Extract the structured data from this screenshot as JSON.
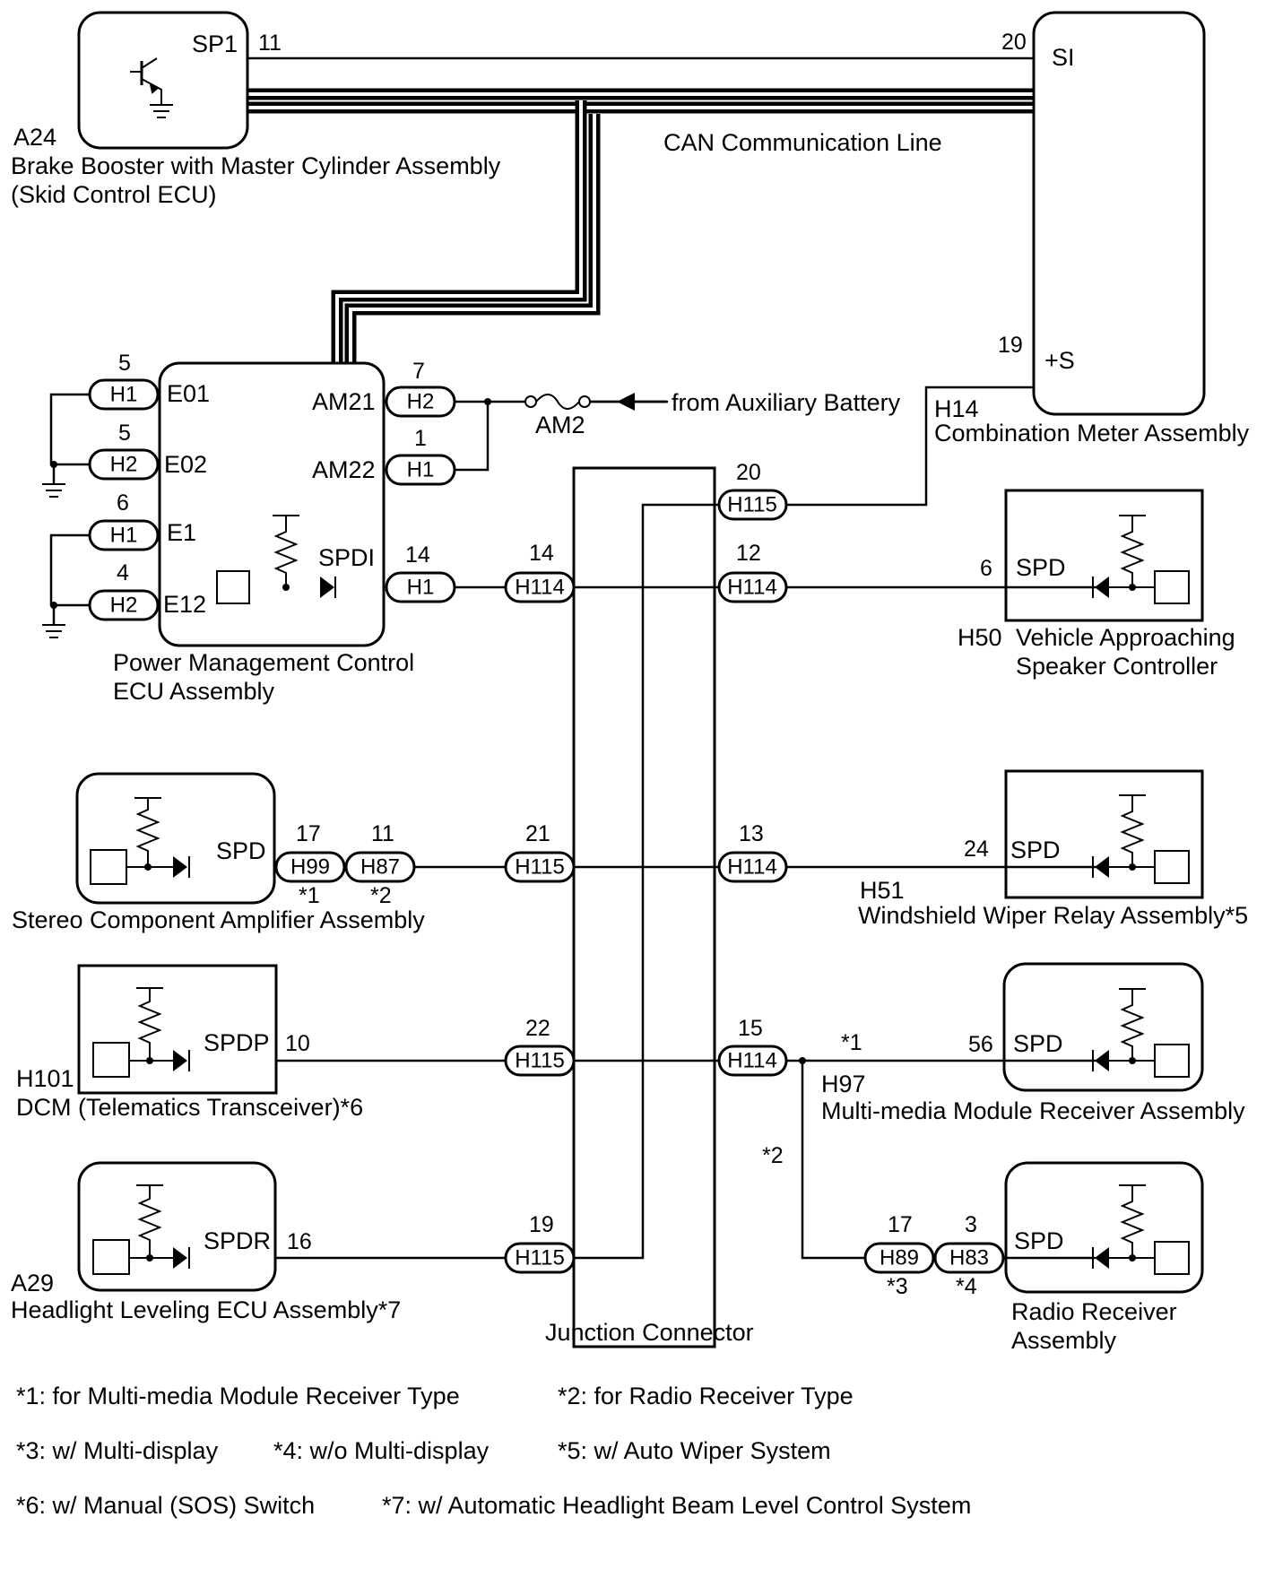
{
  "components": {
    "brake_booster": {
      "ref": "A24",
      "line1": "Brake Booster with Master Cylinder Assembly",
      "line2": "(Skid Control ECU)",
      "terminal": "SP1",
      "pin": "11"
    },
    "combination_meter": {
      "ref": "H14",
      "name": "Combination Meter Assembly",
      "terminal_si": "SI",
      "pin_si": "20",
      "terminal_s": "+S",
      "pin_s": "19"
    },
    "can_line": {
      "label": "CAN Communication Line"
    },
    "power_mgmt": {
      "line1": "Power Management Control",
      "line2": "ECU Assembly",
      "t_e01": "E01",
      "t_e02": "E02",
      "t_e1": "E1",
      "t_e12": "E12",
      "t_am21": "AM21",
      "t_am22": "AM22",
      "t_spdi": "SPDI",
      "p_e01": "5",
      "c_e01": "H1",
      "p_e02": "5",
      "c_e02": "H2",
      "p_e1": "6",
      "c_e1": "H1",
      "p_e12": "4",
      "c_e12": "H2",
      "p_am21": "7",
      "c_am21": "H2",
      "p_am22": "1",
      "c_am22": "H1",
      "p_spdi": "14",
      "c_spdi": "H1"
    },
    "fuse": {
      "name": "AM2",
      "source": "from Auxiliary Battery"
    },
    "junction": {
      "name": "Junction Connector",
      "p_r20": "20",
      "c_r20": "H115",
      "p_l14": "14",
      "c_l14": "H114",
      "p_r12": "12",
      "c_r12": "H114",
      "p_l21": "21",
      "c_l21": "H115",
      "p_r13": "13",
      "c_r13": "H114",
      "p_l22": "22",
      "c_l22": "H115",
      "p_r15": "15",
      "c_r15": "H114",
      "p_l19": "19",
      "c_l19": "H115"
    },
    "vehicle_speaker": {
      "ref": "H50",
      "line1": "Vehicle Approaching",
      "line2": "Speaker Controller",
      "terminal": "SPD",
      "pin": "6"
    },
    "stereo_amp": {
      "name": "Stereo Component Amplifier Assembly",
      "terminal": "SPD",
      "p1": "17",
      "c1": "H99",
      "n1": "*1",
      "p2": "11",
      "c2": "H87",
      "n2": "*2"
    },
    "wiper_relay": {
      "ref": "H51",
      "name": "Windshield Wiper Relay Assembly*5",
      "terminal": "SPD",
      "pin": "24"
    },
    "dcm": {
      "ref": "H101",
      "name": "DCM (Telematics Transceiver)*6",
      "terminal": "SPDP",
      "pin": "10"
    },
    "multimedia": {
      "ref": "H97",
      "name": "Multi-media Module Receiver Assembly",
      "terminal": "SPD",
      "pin": "56",
      "note": "*1"
    },
    "radio": {
      "line1": "Radio Receiver",
      "line2": "Assembly",
      "terminal": "SPD",
      "note_branch": "*2",
      "p1": "17",
      "c1": "H89",
      "n1": "*3",
      "p2": "3",
      "c2": "H83",
      "n2": "*4"
    },
    "headlight": {
      "ref": "A29",
      "name": "Headlight Leveling ECU Assembly*7",
      "terminal": "SPDR",
      "pin": "16"
    }
  },
  "footnotes": {
    "n1": "*1: for Multi-media Module Receiver Type",
    "n2": "*2: for Radio Receiver Type",
    "n3": "*3: w/ Multi-display",
    "n4": "*4: w/o Multi-display",
    "n5": "*5: w/ Auto Wiper System",
    "n6": "*6: w/ Manual (SOS) Switch",
    "n7": "*7: w/ Automatic Headlight Beam Level Control System"
  }
}
